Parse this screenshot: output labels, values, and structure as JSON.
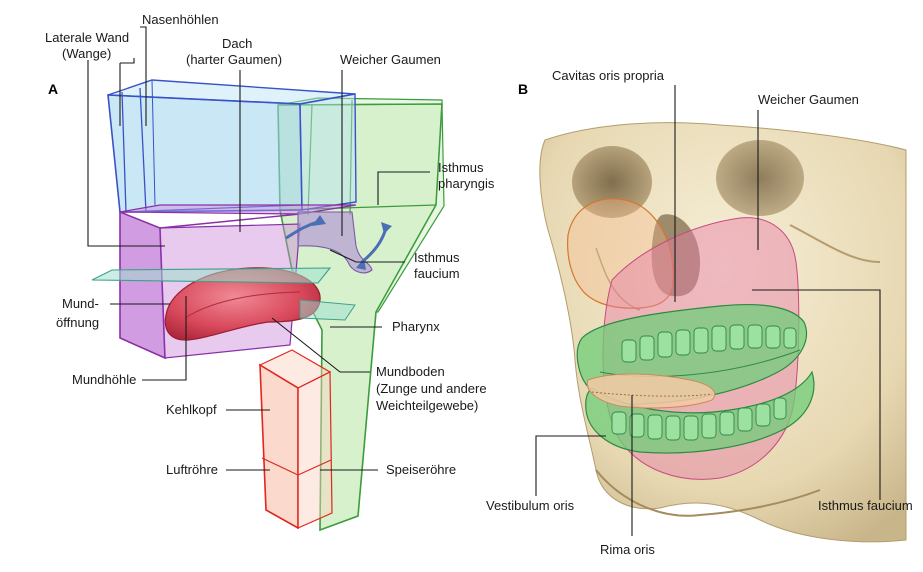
{
  "panels": {
    "a": "A",
    "b": "B"
  },
  "labels_a": {
    "nasenhoehlen": "Nasenhöhlen",
    "laterale_wand_1": "Laterale Wand",
    "laterale_wand_2": "(Wange)",
    "dach_1": "Dach",
    "dach_2": "(harter Gaumen)",
    "weicher_gaumen": "Weicher Gaumen",
    "isthmus_pharyngis_1": "Isthmus",
    "isthmus_pharyngis_2": "pharyngis",
    "isthmus_faucium_1": "Isthmus",
    "isthmus_faucium_2": "faucium",
    "mundoeffnung_1": "Mund-",
    "mundoeffnung_2": "öffnung",
    "pharynx": "Pharynx",
    "mundhoehle": "Mundhöhle",
    "mundboden_1": "Mundboden",
    "mundboden_2": "(Zunge und andere",
    "mundboden_3": "Weichteilgewebe)",
    "kehlkopf": "Kehlkopf",
    "luftroehre": "Luftröhre",
    "speiseroehre": "Speiseröhre"
  },
  "labels_b": {
    "cavitas": "Cavitas oris propria",
    "weicher_gaumen": "Weicher Gaumen",
    "vestibulum": "Vestibulum oris",
    "isthmus_faucium": "Isthmus faucium",
    "rima": "Rima oris"
  },
  "colors": {
    "nasal_cavity": "#3a52c9",
    "pharynx": "#3c9c3c",
    "oral_cavity": "#8a2fa8",
    "larynx": "#e0261e",
    "tongue": "#d94a5c",
    "skull": "#e9dcbc"
  }
}
